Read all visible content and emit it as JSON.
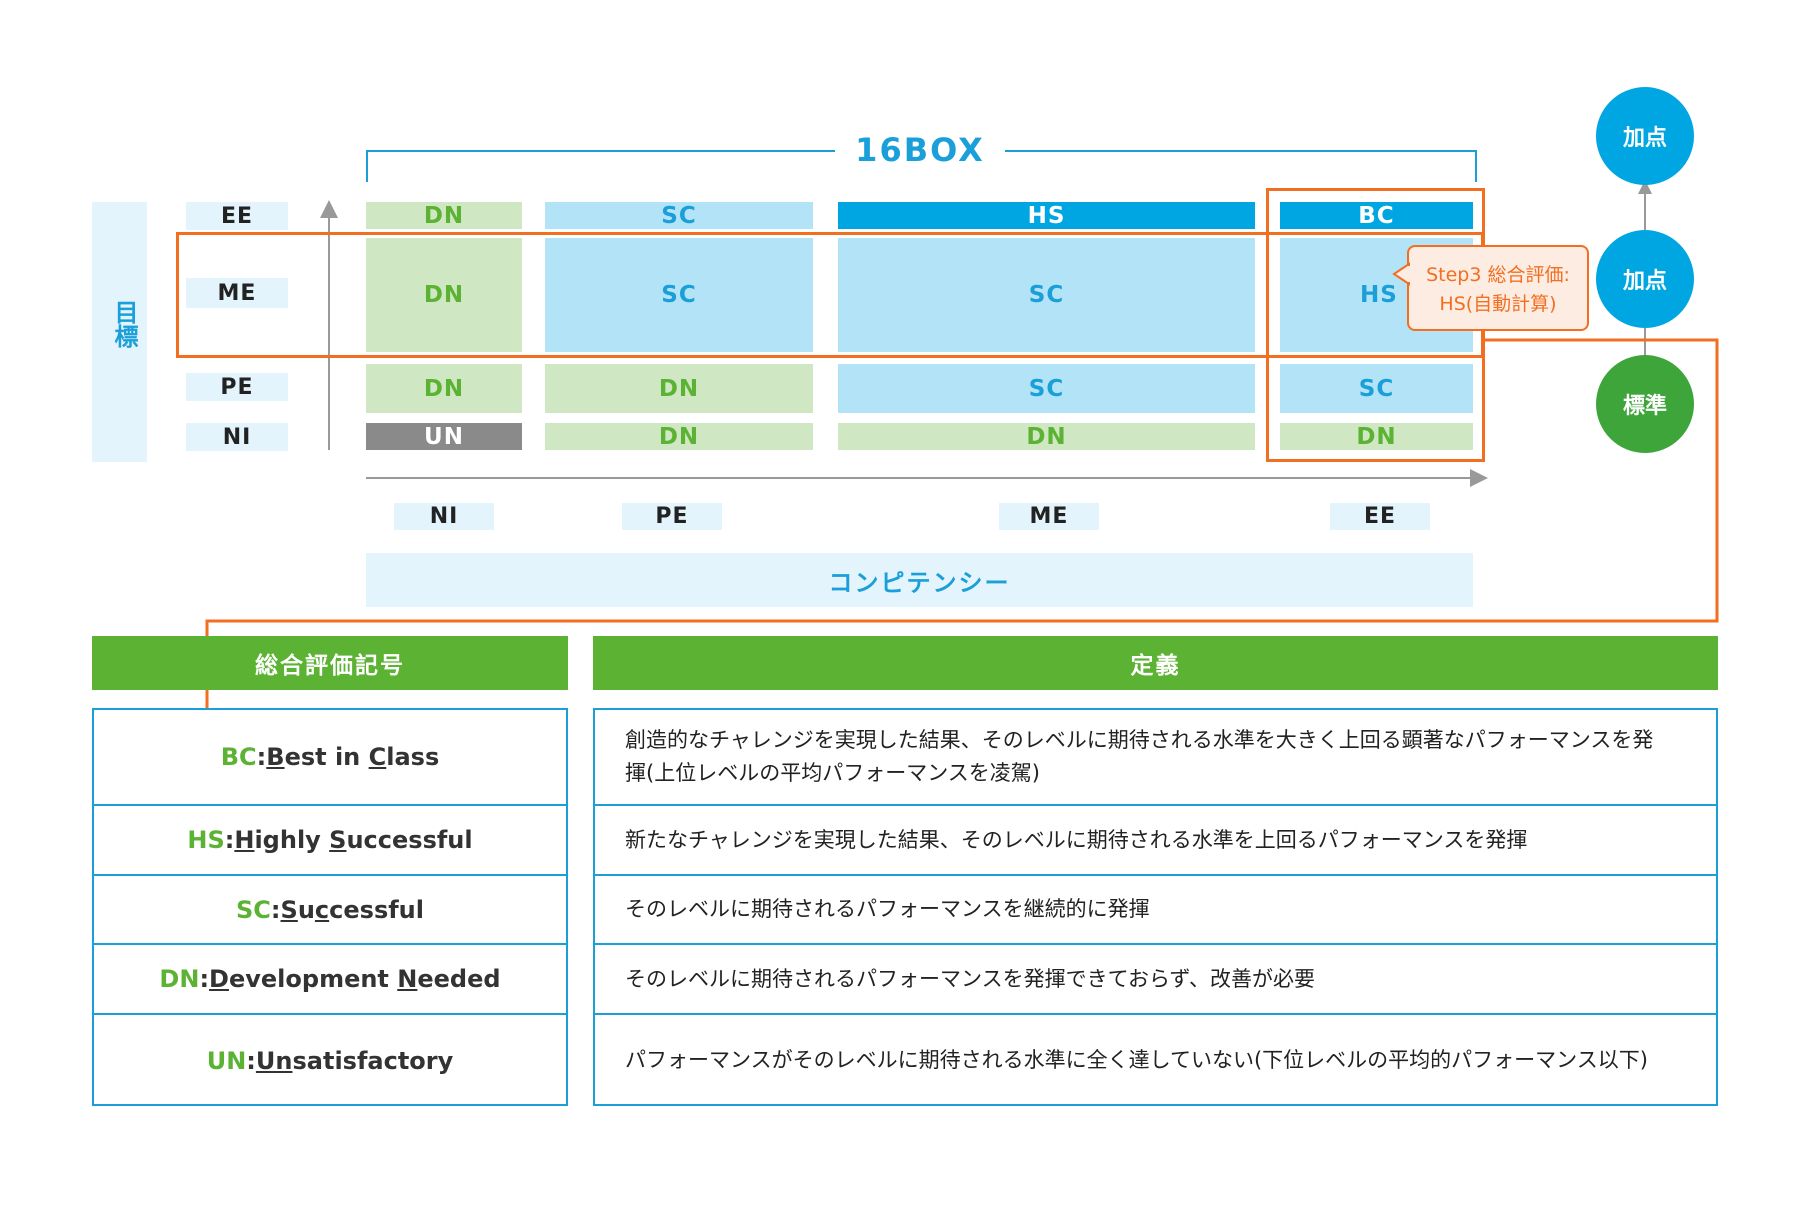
{
  "title": "16BOX",
  "y_axis_label": "目標",
  "x_axis_label": "コンピテンシー",
  "y_levels": [
    "EE",
    "ME",
    "PE",
    "NI"
  ],
  "x_levels": [
    "NI",
    "PE",
    "ME",
    "EE"
  ],
  "grid": {
    "EE": [
      "DN",
      "SC",
      "HS",
      "BC"
    ],
    "ME": [
      "DN",
      "SC",
      "SC",
      "HS"
    ],
    "PE": [
      "DN",
      "DN",
      "SC",
      "SC"
    ],
    "NI": [
      "UN",
      "DN",
      "DN",
      "DN"
    ]
  },
  "callout": {
    "line1": "Step3 総合評価:",
    "line2": "HS(自動計算)"
  },
  "circles": {
    "top": "加点",
    "middle": "加点",
    "bottom": "標準"
  },
  "colors": {
    "green": "#5bb233",
    "light_green": "#cfe8c3",
    "light_blue": "#b3e3f6",
    "blue": "#00a6e2",
    "orange": "#f26f21",
    "gray": "#8a8a8a"
  },
  "table": {
    "header_code": "総合評価記号",
    "header_def": "定義",
    "rows": [
      {
        "abbr": "BC",
        "colon": ":",
        "w1_u": "B",
        "w1_r": "est in ",
        "w2_u": "C",
        "w2_r": "lass",
        "definition": "創造的なチャレンジを実現した結果、そのレベルに期待される水準を大きく上回る顕著なパフォーマンスを発揮(上位レベルの平均パフォーマンスを凌駕)"
      },
      {
        "abbr": "HS",
        "colon": ":",
        "w1_u": "H",
        "w1_r": "ighly ",
        "w2_u": "S",
        "w2_r": "uccessful",
        "definition": "新たなチャレンジを実現した結果、そのレベルに期待される水準を上回るパフォーマンスを発揮"
      },
      {
        "abbr": "SC",
        "colon": ":",
        "w1_u": "S",
        "w1_r": "u",
        "w2_u": "c",
        "w2_r": "cessful",
        "definition": "そのレベルに期待されるパフォーマンスを継続的に発揮"
      },
      {
        "abbr": "DN",
        "colon": ":",
        "w1_u": "D",
        "w1_r": "evelopment ",
        "w2_u": "N",
        "w2_r": "eeded",
        "definition": "そのレベルに期待されるパフォーマンスを発揮できておらず、改善が必要"
      },
      {
        "abbr": "UN",
        "colon": ":",
        "w1_u": "Un",
        "w1_r": "satisfactory",
        "w2_u": "",
        "w2_r": "",
        "definition": "パフォーマンスがそのレベルに期待される水準に全く達していない(下位レベルの平均的パフォーマンス以下)"
      }
    ]
  }
}
